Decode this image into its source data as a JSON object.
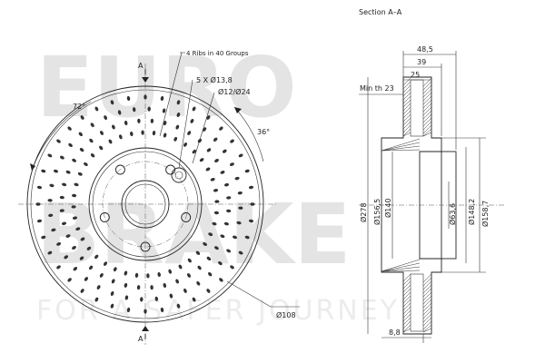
{
  "watermark": {
    "brand_line1": "EURO",
    "brand_line2": "BRAKE",
    "tagline": "FOR A SAFER JOURNEY"
  },
  "front_view": {
    "section_marker": "A",
    "angle_left": "72°",
    "angle_right": "36°",
    "ribs_note": "4 Ribs in 40 Groups",
    "holes_note": "5 X Ø13,8",
    "hole_dia_note": "Ø12/Ø24",
    "outer_dia_note": "Ø108"
  },
  "section_view": {
    "title": "Section A–A",
    "dim_overall": "48,5",
    "dim_39": "39",
    "dim_25": "25",
    "min_thickness": "Min th 23",
    "dia_278": "Ø278",
    "dia_156_5": "Ø156,5",
    "dia_140": "Ø140",
    "dia_63_6": "Ø63,6",
    "dia_148_2": "Ø148,2",
    "dia_158_7": "Ø158,7",
    "dim_bottom": "8,8"
  },
  "colors": {
    "line": "#222222",
    "watermark": "#e4e4e4",
    "background": "#ffffff"
  }
}
